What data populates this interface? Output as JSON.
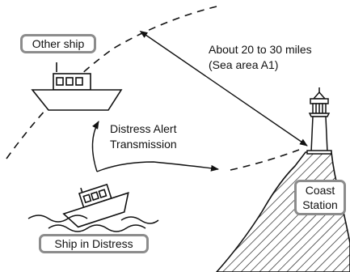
{
  "labels": {
    "other_ship": "Other ship",
    "ship_in_distress": "Ship in Distress",
    "coast_station_line1": "Coast",
    "coast_station_line2": "Station",
    "distress_alert_line1": "Distress Alert",
    "distress_alert_line2": "Transmission",
    "range_line1": "About 20 to 30 miles",
    "range_line2": "(Sea area A1)"
  },
  "colors": {
    "line": "#111111",
    "label_border": "#8c8c8c",
    "background": "#ffffff"
  },
  "icons": [
    "ship-icon",
    "distress-ship-icon",
    "lighthouse-icon",
    "cliff-icon",
    "waves-icon"
  ]
}
